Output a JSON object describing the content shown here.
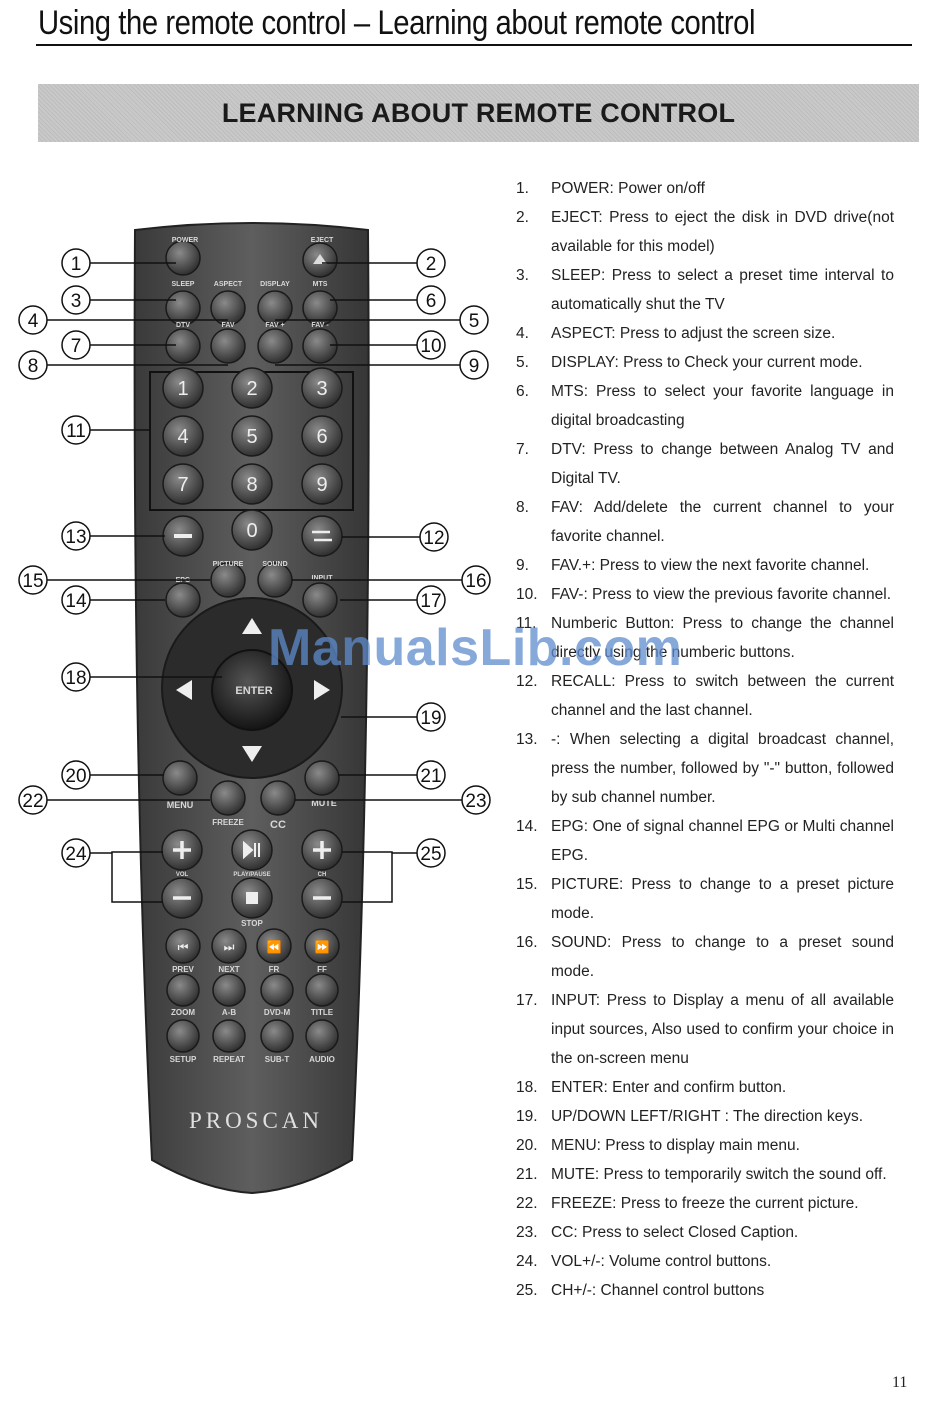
{
  "header": {
    "title": "Using the remote control – Learning about remote control"
  },
  "banner": {
    "title": "LEARNING ABOUT REMOTE CONTROL"
  },
  "remote": {
    "brand": "PROSCAN",
    "button_labels": {
      "power": "POWER",
      "eject": "EJECT",
      "sleep": "SLEEP",
      "aspect": "ASPECT",
      "display": "DISPLAY",
      "mts": "MTS",
      "dtv": "DTV",
      "fav": "FAV",
      "fav_plus": "FAV +",
      "fav_minus": "FAV -",
      "picture": "PICTURE",
      "sound": "SOUND",
      "epg": "EPG",
      "input": "INPUT",
      "enter": "ENTER",
      "menu": "MENU",
      "mute": "MUTE",
      "freeze": "FREEZE",
      "cc": "CC",
      "vol": "VOL",
      "play_pause": "PLAY/PAUSE",
      "ch": "CH",
      "stop": "STOP",
      "prev": "PREV",
      "next": "NEXT",
      "fr": "FR",
      "ff": "FF",
      "zoom": "ZOOM",
      "ab": "A-B",
      "dvd_m": "DVD-M",
      "title": "TITLE",
      "setup": "SETUP",
      "repeat": "REPEAT",
      "sub_t": "SUB-T",
      "audio": "AUDIO"
    },
    "digits": [
      "1",
      "2",
      "3",
      "4",
      "5",
      "6",
      "7",
      "8",
      "9",
      "0"
    ],
    "callouts": [
      "1",
      "2",
      "3",
      "4",
      "5",
      "6",
      "7",
      "8",
      "9",
      "10",
      "11",
      "12",
      "13",
      "14",
      "15",
      "16",
      "17",
      "18",
      "19",
      "20",
      "21",
      "22",
      "23",
      "24",
      "25"
    ]
  },
  "features": [
    {
      "num": "1.",
      "text": "POWER: Power on/off"
    },
    {
      "num": "2.",
      "text": "EJECT: Press to eject the disk in DVD drive(not available for this model)"
    },
    {
      "num": "3.",
      "text": "SLEEP: Press to select a preset time interval to automatically shut the TV"
    },
    {
      "num": "4.",
      "text": "ASPECT: Press to adjust the screen size."
    },
    {
      "num": "5.",
      "text": "DISPLAY: Press to Check your current mode."
    },
    {
      "num": "6.",
      "text": "MTS: Press to select your favorite language in digital broadcasting"
    },
    {
      "num": "7.",
      "text": "DTV: Press to change between Analog TV and Digital TV."
    },
    {
      "num": "8.",
      "text": "FAV: Add/delete the current channel to your favorite channel."
    },
    {
      "num": "9.",
      "text": "FAV.+: Press to view the next favorite channel."
    },
    {
      "num": "10.",
      "text": "FAV-: Press to view the previous favorite channel."
    },
    {
      "num": "11.",
      "text": "Numberic Button: Press to change the channel directly using the numberic buttons."
    },
    {
      "num": "12.",
      "text": "RECALL: Press to switch between the current channel and the last channel."
    },
    {
      "num": "13.",
      "text": "-: When selecting a digital broadcast channel, press the number, followed by \"-\" button, followed by sub channel number."
    },
    {
      "num": "14.",
      "text": "EPG: One of signal channel EPG or Multi channel EPG."
    },
    {
      "num": "15.",
      "text": "PICTURE: Press to change to a preset picture mode."
    },
    {
      "num": "16.",
      "text": "SOUND: Press to change to a preset sound mode."
    },
    {
      "num": "17.",
      "text": "INPUT: Press to Display a menu of all available input sources, Also used to confirm your choice in the on-screen menu"
    },
    {
      "num": "18.",
      "text": "ENTER: Enter and confirm button."
    },
    {
      "num": "19.",
      "text": "UP/DOWN LEFT/RIGHT : The direction keys."
    },
    {
      "num": "20.",
      "text": "MENU: Press to display main menu."
    },
    {
      "num": "21.",
      "text": "MUTE: Press to temporarily switch the sound off."
    },
    {
      "num": "22.",
      "text": "FREEZE: Press to freeze the current picture."
    },
    {
      "num": "23.",
      "text": "CC: Press to select Closed Caption."
    },
    {
      "num": "24.",
      "text": "VOL+/-: Volume control buttons."
    },
    {
      "num": "25.",
      "text": "CH+/-: Channel control buttons"
    }
  ],
  "watermark": "ManualsLib.com",
  "page_number": "11"
}
